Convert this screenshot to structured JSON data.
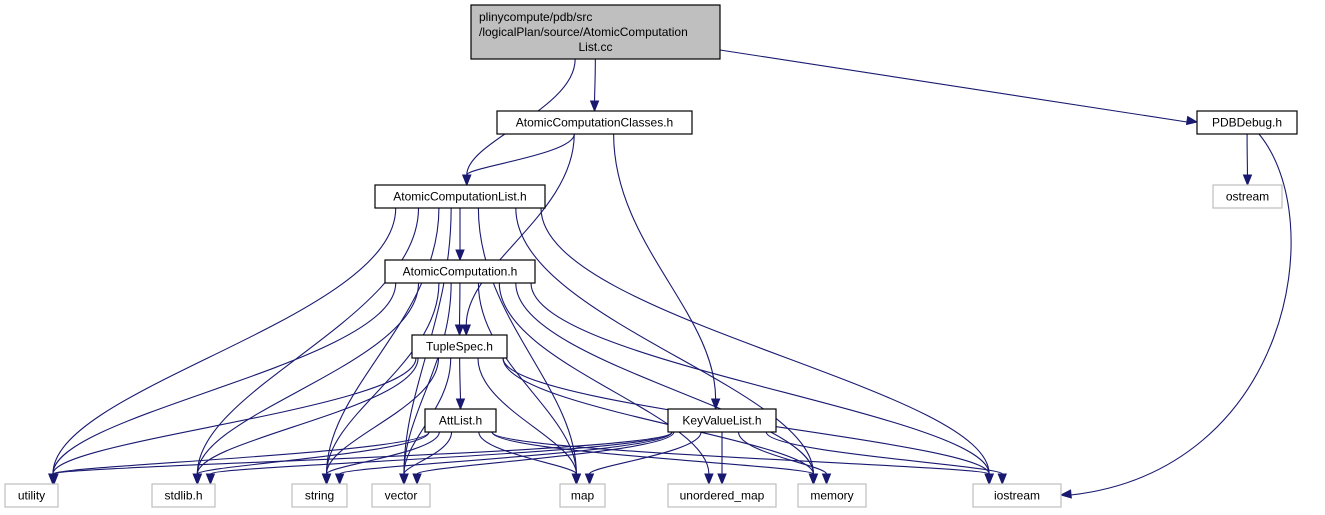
{
  "graph": {
    "type": "include-dependency-graph",
    "edge_color": "#191970",
    "nodes": [
      {
        "id": "root",
        "label_lines": [
          "plinycompute/pdb/src",
          "/logicalPlan/source/AtomicComputation",
          "List.cc"
        ],
        "kind": "root",
        "fill": "#bfbfbf"
      },
      {
        "id": "acc",
        "label_lines": [
          "AtomicComputationClasses.h"
        ],
        "kind": "main"
      },
      {
        "id": "pdbdebug",
        "label_lines": [
          "PDBDebug.h"
        ],
        "kind": "main"
      },
      {
        "id": "ostream",
        "label_lines": [
          "ostream"
        ],
        "kind": "ext"
      },
      {
        "id": "acl",
        "label_lines": [
          "AtomicComputationList.h"
        ],
        "kind": "main"
      },
      {
        "id": "ac",
        "label_lines": [
          "AtomicComputation.h"
        ],
        "kind": "main"
      },
      {
        "id": "tuplespec",
        "label_lines": [
          "TupleSpec.h"
        ],
        "kind": "main"
      },
      {
        "id": "attlist",
        "label_lines": [
          "AttList.h"
        ],
        "kind": "main"
      },
      {
        "id": "kvl",
        "label_lines": [
          "KeyValueList.h"
        ],
        "kind": "main"
      },
      {
        "id": "utility",
        "label_lines": [
          "utility"
        ],
        "kind": "ext"
      },
      {
        "id": "stdlib",
        "label_lines": [
          "stdlib.h"
        ],
        "kind": "ext"
      },
      {
        "id": "string",
        "label_lines": [
          "string"
        ],
        "kind": "ext"
      },
      {
        "id": "vector",
        "label_lines": [
          "vector"
        ],
        "kind": "ext"
      },
      {
        "id": "map",
        "label_lines": [
          "map"
        ],
        "kind": "ext"
      },
      {
        "id": "unordered_map",
        "label_lines": [
          "unordered_map"
        ],
        "kind": "ext"
      },
      {
        "id": "memory",
        "label_lines": [
          "memory"
        ],
        "kind": "ext"
      },
      {
        "id": "iostream",
        "label_lines": [
          "iostream"
        ],
        "kind": "ext"
      }
    ],
    "edges": [
      [
        "root",
        "acl"
      ],
      [
        "root",
        "acc"
      ],
      [
        "root",
        "pdbdebug"
      ],
      [
        "acc",
        "acl"
      ],
      [
        "acc",
        "tuplespec"
      ],
      [
        "acc",
        "kvl"
      ],
      [
        "pdbdebug",
        "ostream"
      ],
      [
        "pdbdebug",
        "iostream"
      ],
      [
        "acl",
        "ac"
      ],
      [
        "acl",
        "utility"
      ],
      [
        "acl",
        "stdlib"
      ],
      [
        "acl",
        "string"
      ],
      [
        "acl",
        "vector"
      ],
      [
        "acl",
        "map"
      ],
      [
        "acl",
        "memory"
      ],
      [
        "acl",
        "iostream"
      ],
      [
        "ac",
        "tuplespec"
      ],
      [
        "ac",
        "utility"
      ],
      [
        "ac",
        "stdlib"
      ],
      [
        "ac",
        "string"
      ],
      [
        "ac",
        "vector"
      ],
      [
        "ac",
        "map"
      ],
      [
        "ac",
        "unordered_map"
      ],
      [
        "ac",
        "memory"
      ],
      [
        "ac",
        "iostream"
      ],
      [
        "tuplespec",
        "attlist"
      ],
      [
        "tuplespec",
        "utility"
      ],
      [
        "tuplespec",
        "stdlib"
      ],
      [
        "tuplespec",
        "string"
      ],
      [
        "tuplespec",
        "vector"
      ],
      [
        "tuplespec",
        "map"
      ],
      [
        "tuplespec",
        "memory"
      ],
      [
        "tuplespec",
        "iostream"
      ],
      [
        "attlist",
        "utility"
      ],
      [
        "attlist",
        "stdlib"
      ],
      [
        "attlist",
        "string"
      ],
      [
        "attlist",
        "vector"
      ],
      [
        "attlist",
        "map"
      ],
      [
        "attlist",
        "memory"
      ],
      [
        "attlist",
        "iostream"
      ],
      [
        "kvl",
        "utility"
      ],
      [
        "kvl",
        "stdlib"
      ],
      [
        "kvl",
        "string"
      ],
      [
        "kvl",
        "vector"
      ],
      [
        "kvl",
        "map"
      ],
      [
        "kvl",
        "unordered_map"
      ],
      [
        "kvl",
        "memory"
      ],
      [
        "kvl",
        "iostream"
      ]
    ]
  }
}
